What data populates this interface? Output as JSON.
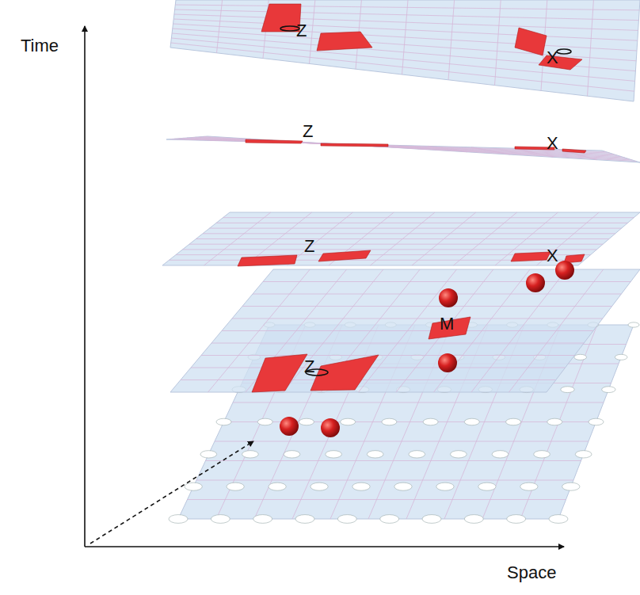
{
  "diagram": {
    "labels": [
      "Time",
      "Z",
      "X",
      "Z",
      "X",
      "Z",
      "X",
      "M",
      "Z",
      "Space"
    ]
  }
}
